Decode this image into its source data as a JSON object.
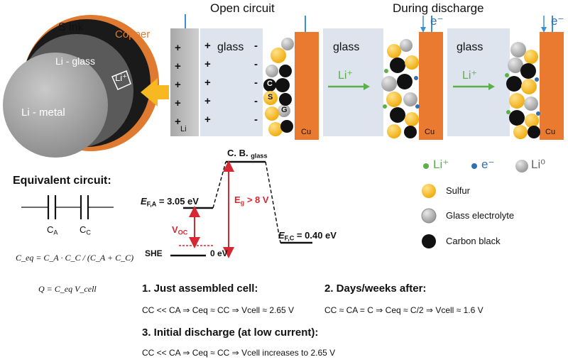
{
  "disc": {
    "s_ink": "S ink",
    "copper": "Copper",
    "li_glass": "Li - glass",
    "li_metal": "Li - metal",
    "li_ion": "Li⁺"
  },
  "panels": {
    "open_circuit_title": "Open circuit",
    "discharge_title": "During discharge",
    "glass": "glass",
    "li": "Li",
    "cu": "Cu",
    "electron": "e⁻",
    "li_plus": "Li⁺",
    "particle_c": "C",
    "particle_s": "S",
    "particle_g": "G"
  },
  "legend": {
    "li_plus": "Li⁺",
    "e_minus": "e⁻",
    "li_zero": "Li⁰",
    "sulfur": "Sulfur",
    "glass_electrolyte": "Glass electrolyte",
    "carbon_black": "Carbon black",
    "colors": {
      "li_plus": "#5bb04a",
      "e_minus": "#2f6fb5",
      "li_zero": "#b3b3b3",
      "sulfur": "#f3b820",
      "carbon": "#111111"
    }
  },
  "energy": {
    "cb_main": "C. B.",
    "cb_sub": "glass",
    "efa_label": "E",
    "efa_sub": "F,A",
    "efa_value": " = 3.05 eV",
    "efc_label": "E",
    "efc_sub": "F,C",
    "efc_value": " = 0.40 eV",
    "eg": "E",
    "eg_sub": "g",
    "eg_value": " > 8 V",
    "voc": "V",
    "voc_sub": "OC",
    "she": "SHE",
    "zero": "0 eV"
  },
  "circuit": {
    "title": "Equivalent circuit:",
    "ca": "C",
    "ca_sub": "A",
    "cc": "C",
    "cc_sub": "C",
    "formula1": "C_eq = C_A · C_C / (C_A + C_C)",
    "formula2": "Q = C_eq V_cell"
  },
  "notes": {
    "s1_title": "1. Just assembled cell:",
    "s1_text": "CC << CA ⇒ Ceq ≈ CC ⇒ Vcell ≈ 2.65 V",
    "s2_title": "2. Days/weeks after:",
    "s2_text": "CC ≈ CA = C ⇒ Ceq ≈ C/2 ⇒ Vcell ≈ 1.6 V",
    "s3_title": "3. Initial discharge (at low current):",
    "s3_text": "CC << CA ⇒ Ceq ≈ CC ⇒ Vcell increases to 2.65 V"
  }
}
